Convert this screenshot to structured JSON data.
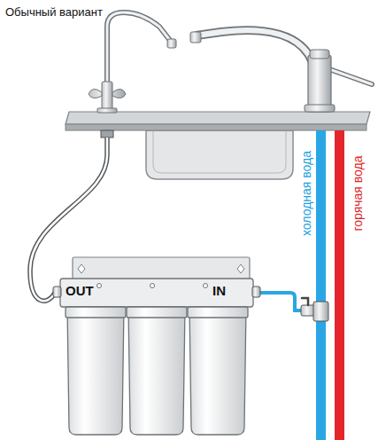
{
  "diagram": {
    "title": "Обычный вариант",
    "labels": [
      "OUT",
      "IN",
      "холодная вода",
      "горячая вода"
    ]
  }
}
